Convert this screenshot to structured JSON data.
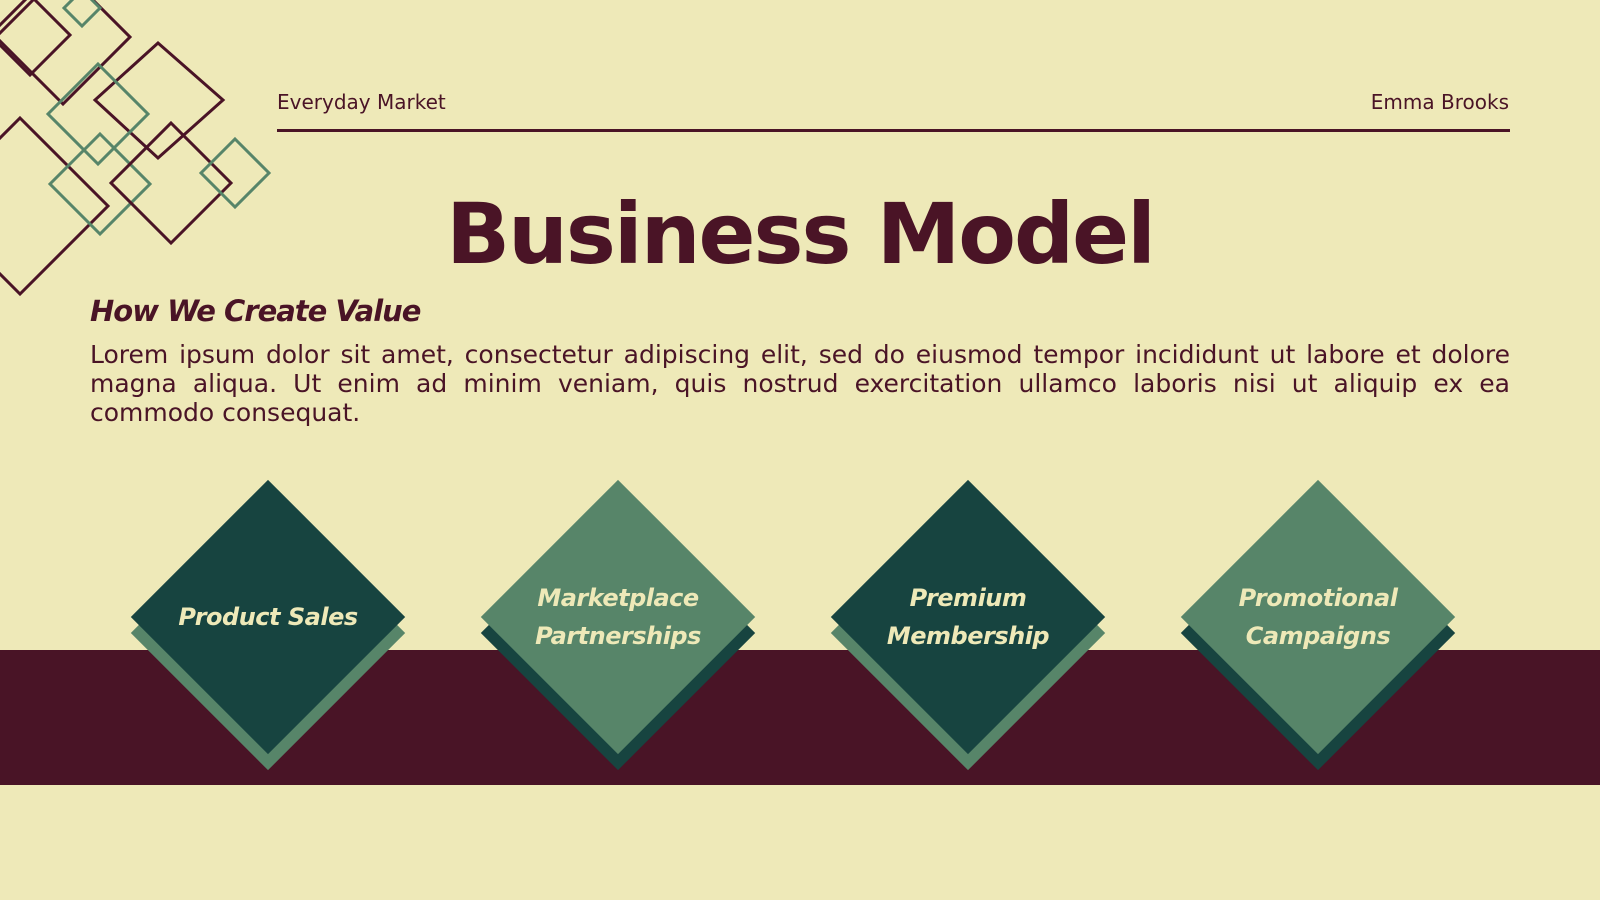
{
  "header": {
    "company": "Everyday Market",
    "author": "Emma Brooks"
  },
  "title": "Business Model",
  "subtitle": "How We Create Value",
  "body_text": "Lorem ipsum dolor sit amet, consectetur adipiscing elit, sed do eiusmod tempor incididunt ut labore et dolore magna aliqua. Ut enim ad minim veniam, quis nostrud exercitation ullamco laboris nisi ut aliquip ex ea commodo consequat.",
  "cards": [
    {
      "label": "Product Sales"
    },
    {
      "label": "Marketplace\nPartnerships"
    },
    {
      "label": "Premium\nMembership"
    },
    {
      "label": "Promotional\nCampaigns"
    }
  ],
  "colors": {
    "background": "#eee9b8",
    "maroon": "#491426",
    "dark_green": "#174440",
    "light_green": "#578569"
  }
}
